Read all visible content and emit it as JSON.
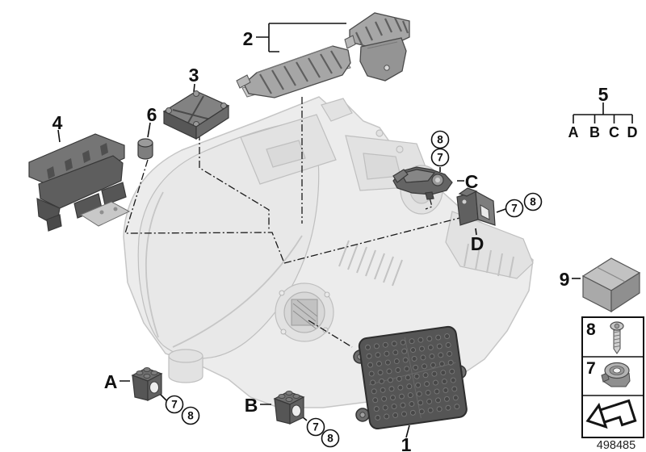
{
  "colors": {
    "background": "#ffffff",
    "line_art": "#111111",
    "part_dark_gray": "#5a5a5a",
    "ghost_gray": "#ececec"
  },
  "labels": {
    "p1": "1",
    "p2": "2",
    "p3": "3",
    "p4": "4",
    "p5": "5",
    "p6": "6",
    "p9": "9",
    "pos_a": "A",
    "pos_b": "B",
    "pos_c": "C",
    "pos_d": "D",
    "c7": "7",
    "c8": "8"
  },
  "legend": {
    "items": [
      "A",
      "B",
      "C",
      "D"
    ]
  },
  "table": {
    "screw_label": "8",
    "nut_label": "7"
  },
  "icons": {
    "screw": "screw-icon",
    "grommet_nut": "grommet-nut-icon",
    "direction_arrow": "direction-arrow-icon"
  },
  "footer": {
    "drawing_number": "498485"
  }
}
